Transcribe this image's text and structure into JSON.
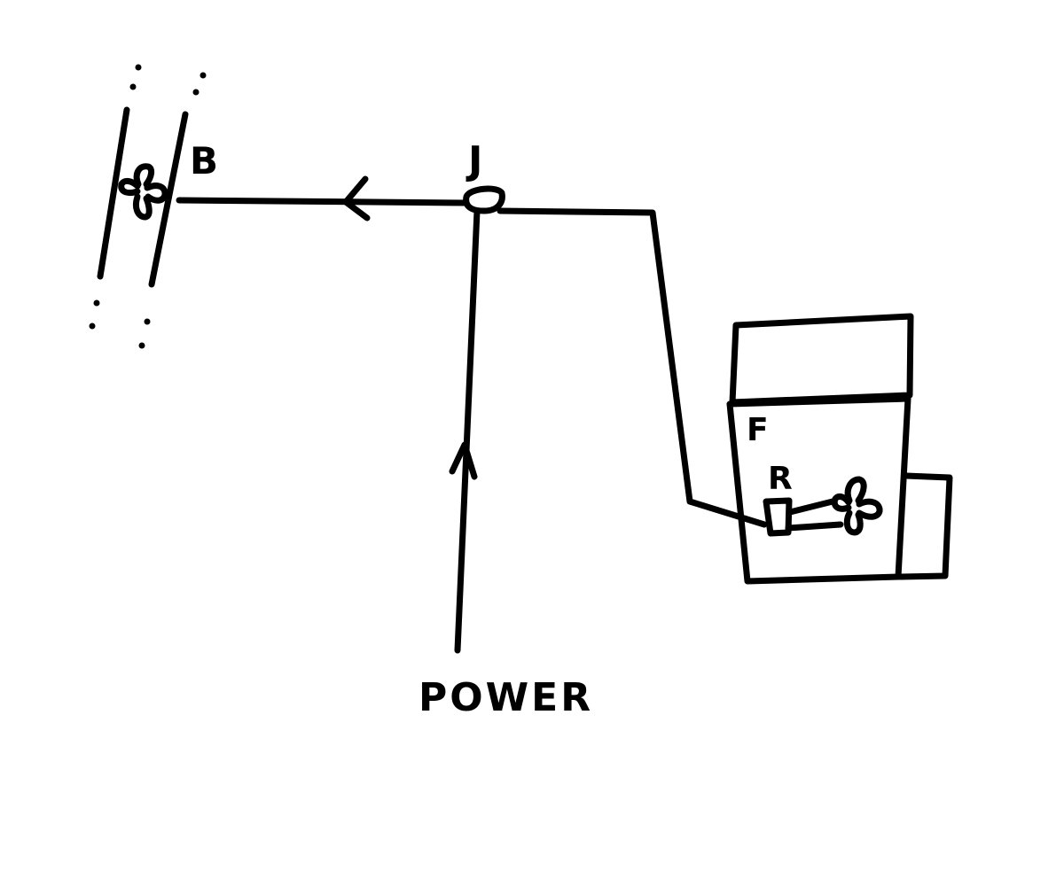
{
  "labels": {
    "tower_left": "B",
    "junction": "J",
    "building": "F",
    "receiver": "R",
    "power": "POWER"
  },
  "icons": {
    "fan_left": "fan-icon",
    "fan_right": "fan-icon"
  },
  "colors": {
    "ink": "#000000",
    "background": "#ffffff"
  }
}
